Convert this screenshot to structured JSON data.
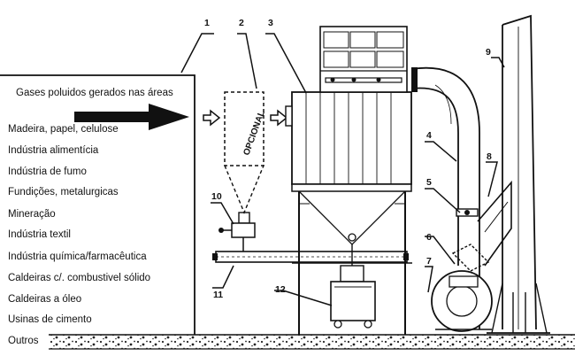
{
  "header": "Gases poluidos gerados nas áreas",
  "industries": [
    "Madeira, papel, celulose",
    "Indústria alimentícia",
    "Indústria de fumo",
    "Fundições, metalurgicas",
    "Mineração",
    "Indústria textil",
    "Indústria química/farmacêutica",
    "Caldeiras c/. combustivel sólido",
    "Caldeiras a óleo",
    "Usinas de cimento",
    "Outros"
  ],
  "callouts": [
    "1",
    "2",
    "3",
    "4",
    "5",
    "6",
    "7",
    "8",
    "9",
    "10",
    "11",
    "12"
  ],
  "optional_label": "OPCIONAL"
}
